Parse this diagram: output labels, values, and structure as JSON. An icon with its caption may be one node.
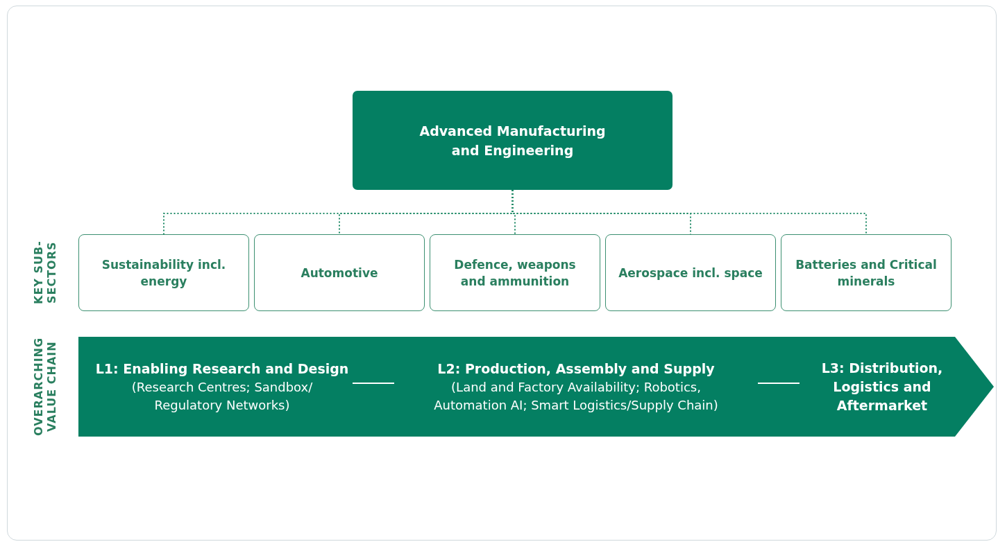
{
  "diagram": {
    "nodes": [
      {
        "text": [
          "Advanced Manufacturing and Engineering"
        ]
      },
      {
        "text": [
          "Sustainability incl. energy"
        ]
      },
      {
        "text": [
          "Automotive"
        ]
      },
      {
        "text": [
          "Defence, weapons and ammunition"
        ]
      },
      {
        "text": [
          "Aerospace incl. space"
        ]
      },
      {
        "text": [
          "Batteries and Critical minerals"
        ]
      },
      {
        "text": [],
        "shape": "arrow"
      },
      {
        "text": [
          "L1: Enabling Research and Design",
          "(Research Centres; Sandbox/ Regulatory Networks)"
        ],
        "in": 6
      },
      {
        "text": [
          "L2: Production, Assembly and Supply",
          "(Land and Factory Availability; Robotics, Automation AI; Smart Logistics/Supply Chain)"
        ],
        "in": 6
      },
      {
        "text": [
          "L3: Distribution, Logistics and Aftermarket"
        ],
        "in": 6
      }
    ],
    "edges": [
      {
        "from": 0,
        "to": 1,
        "arrow": "none",
        "style": "dashed"
      },
      {
        "from": 0,
        "to": 2,
        "arrow": "none",
        "style": "dashed"
      },
      {
        "from": 0,
        "to": 3,
        "arrow": "none",
        "style": "dashed"
      },
      {
        "from": 0,
        "to": 4,
        "arrow": "none",
        "style": "dashed"
      },
      {
        "from": 0,
        "to": 5,
        "arrow": "none",
        "style": "dashed"
      },
      {
        "from": 7,
        "to": 8,
        "arrow": "none",
        "color": "#ffffff"
      },
      {
        "from": 8,
        "to": 9,
        "arrow": "none",
        "color": "#ffffff"
      }
    ],
    "labels": [
      "KEY SUB-SECTORS",
      "OVERARCHING VALUE CHAIN"
    ]
  }
}
